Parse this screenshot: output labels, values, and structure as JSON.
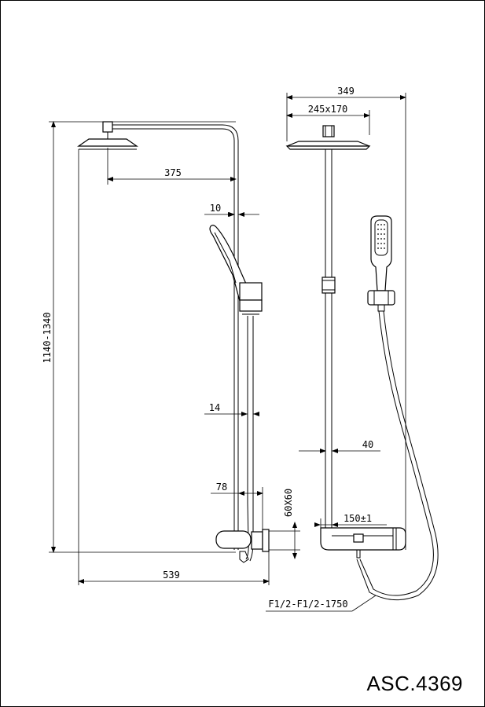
{
  "drawing": {
    "model_code": "ASC.4369",
    "dimensions": {
      "height_range": "1140-1340",
      "arm_reach": "375",
      "pipe_offset": "10",
      "hand_offset": "14",
      "mixer_depth": "78",
      "wall_plate": "60X60",
      "total_width": "539",
      "overall_width": "349",
      "head_size": "245x170",
      "side_offset": "40",
      "inlet_spacing": "150±1",
      "hose_spec": "F1/2-F1/2-1750"
    }
  }
}
